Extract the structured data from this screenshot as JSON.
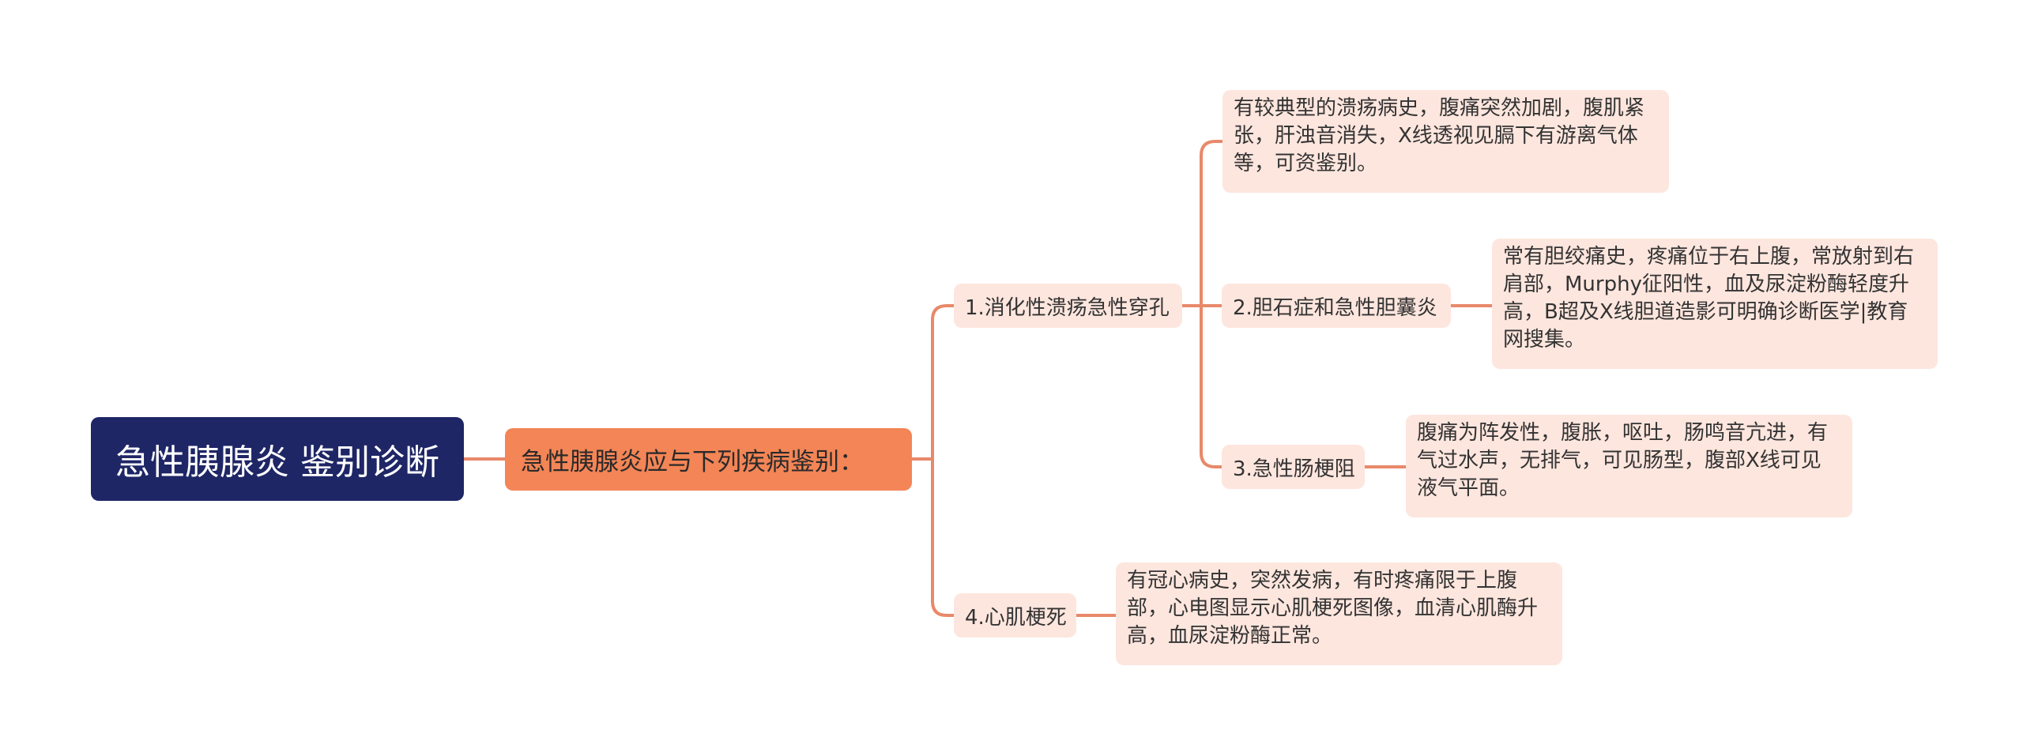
{
  "mindmap": {
    "root": {
      "text": "急性胰腺炎 鉴别诊断"
    },
    "main": {
      "text": "急性胰腺炎应与下列疾病鉴别："
    },
    "branches": [
      {
        "label": "1.消化性溃疡急性穿孔",
        "detail": "有较典型的溃疡病史，腹痛突然加剧，腹肌紧张，肝浊音消失，X线透视见膈下有游离气体等，可资鉴别。"
      },
      {
        "label": "2.胆石症和急性胆囊炎",
        "detail": "常有胆绞痛史，疼痛位于右上腹，常放射到右肩部，Murphy征阳性，血及尿淀粉酶轻度升高，B超及X线胆道造影可明确诊断医学|教育网搜集。"
      },
      {
        "label": "3.急性肠梗阻",
        "detail": "腹痛为阵发性，腹胀，呕吐，肠鸣音亢进，有气过水声，无排气，可见肠型，腹部X线可见液气平面。"
      },
      {
        "label": "4.心肌梗死",
        "detail": "有冠心病史，突然发病，有时疼痛限于上腹部，心电图显示心肌梗死图像，血清心肌酶升高，血尿淀粉酶正常。"
      }
    ]
  },
  "colors": {
    "root_bg": "#1e2666",
    "main_bg": "#f38556",
    "node_bg": "#fde6de",
    "line": "#e8896a"
  }
}
